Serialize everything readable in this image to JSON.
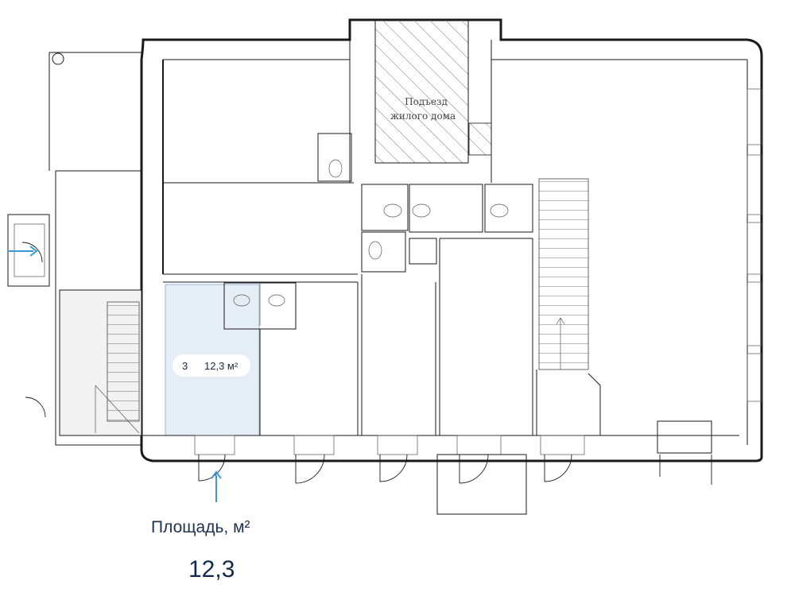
{
  "common_area_label_line1": "Подъезд",
  "common_area_label_line2": "жилого дома",
  "selected_unit": {
    "number": "3",
    "area": "12,3 м²"
  },
  "summary": {
    "caption": "Площадь, м²",
    "value": "12,3"
  },
  "colors": {
    "selected_fill": "#e5eef7",
    "accent_arrow": "#3a9ad9",
    "text_dark": "#0f2a4a"
  }
}
